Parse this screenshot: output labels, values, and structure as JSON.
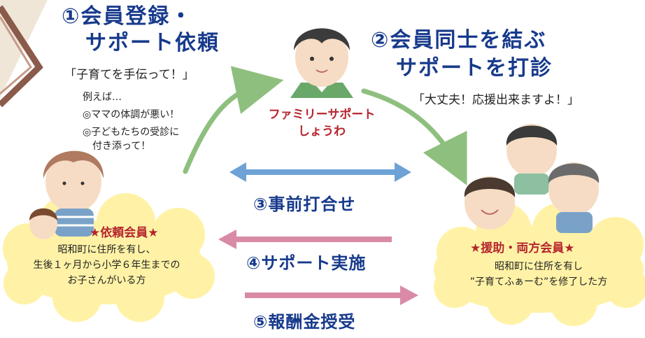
{
  "step1": {
    "line1": "①会員登録・",
    "line2": "サポート依頼"
  },
  "step1_quote": "「子育てを手伝って！」",
  "examples": {
    "heading": "例えば…",
    "item1": "◎ママの体調が悪い！",
    "item2": "◎子どもたちの受診に",
    "item2_cont": "付き添って！"
  },
  "center": {
    "line1": "ファミリーサポート",
    "line2": "しょうわ"
  },
  "step2": {
    "line1": "②会員同士を結ぶ",
    "line2": "サポートを打診"
  },
  "step2_quote": "「大丈夫！応援出来ますよ！」",
  "left_member": {
    "title": "★依頼会員★",
    "desc1": "昭和町に住所を有し、",
    "desc2": "生後１ヶ月から小学６年生までの",
    "desc3": "お子さんがいる方"
  },
  "right_member": {
    "title": "★援助・両方会員★",
    "desc1": "昭和町に住所を有し",
    "desc2": "”子育てふぁーむ”を修了した方"
  },
  "flows": {
    "step3": "③事前打合せ",
    "step4": "④サポート実施",
    "step5": "⑤報酬金授受"
  },
  "colors": {
    "title_blue": "#173a8c",
    "accent_red": "#b5252e",
    "cloud_yellow": "#fff2a6",
    "arrow_green": "#8ebf7f",
    "arrow_blue": "#6ea2d6",
    "arrow_pink": "#d98aa6"
  }
}
